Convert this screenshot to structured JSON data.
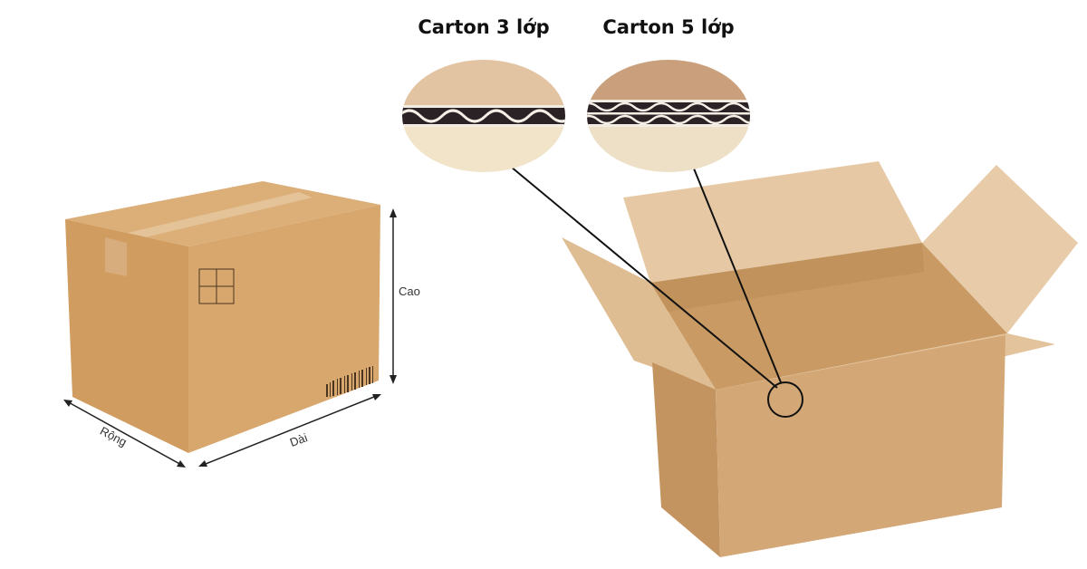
{
  "labels": {
    "carton_3": "Carton 3 lớp",
    "carton_5": "Carton 5 lớp"
  },
  "dimensions": {
    "height": "Cao",
    "width": "Rộng",
    "length": "Dài"
  },
  "colors": {
    "cardboard": "#d6a56d",
    "cardboard_light": "#e2bb8c",
    "cardboard_dark": "#c99658"
  }
}
